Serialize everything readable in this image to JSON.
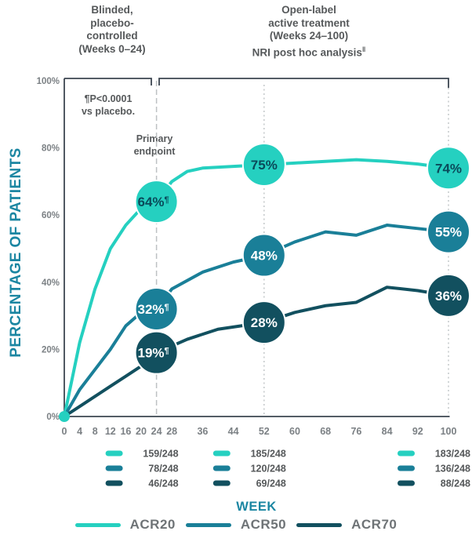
{
  "phases": {
    "left": {
      "lines": [
        "Blinded,",
        "placebo-",
        "controlled",
        "(Weeks 0–24)"
      ]
    },
    "right": {
      "lines": [
        "Open-label",
        "active treatment",
        "(Weeks 24–100)",
        "NRI post hoc analysis"
      ],
      "sup": "‖"
    }
  },
  "annotations": {
    "pvalue_line1": "¶P<0.0001",
    "pvalue_line2": "vs placebo.",
    "primary_line1": "Primary",
    "primary_line2": "endpoint"
  },
  "axes": {
    "y_title": "PERCENTAGE OF PATIENTS",
    "x_title": "WEEK",
    "y_ticks": [
      "0%",
      "20%",
      "40%",
      "60%",
      "80%",
      "100%"
    ],
    "x_ticks": [
      0,
      4,
      8,
      12,
      16,
      20,
      24,
      28,
      36,
      44,
      52,
      60,
      68,
      76,
      84,
      92,
      100
    ]
  },
  "chart_data": {
    "type": "line",
    "xlabel": "WEEK",
    "ylabel": "PERCENTAGE OF PATIENTS",
    "xlim": [
      0,
      100
    ],
    "ylim": [
      0,
      100
    ],
    "grid": false,
    "milestone_weeks": [
      24,
      52,
      100
    ],
    "series": [
      {
        "name": "ACR20",
        "color": "#25D0C0",
        "label_text_color": "#0A4A5A",
        "x": [
          0,
          4,
          8,
          12,
          16,
          20,
          24,
          28,
          32,
          36,
          44,
          52,
          60,
          68,
          76,
          84,
          92,
          100
        ],
        "y": [
          0,
          22,
          38,
          50,
          57,
          62,
          64,
          70,
          73,
          74,
          74.5,
          75,
          75.5,
          76,
          76.5,
          76,
          75.2,
          74
        ],
        "milestones": [
          {
            "week": 24,
            "label": "64%",
            "sup": "¶"
          },
          {
            "week": 52,
            "label": "75%",
            "sup": ""
          },
          {
            "week": 100,
            "label": "74%",
            "sup": ""
          }
        ]
      },
      {
        "name": "ACR50",
        "color": "#1A7F98",
        "label_text_color": "#FFFFFF",
        "x": [
          0,
          4,
          8,
          12,
          16,
          20,
          24,
          28,
          36,
          44,
          52,
          60,
          68,
          76,
          84,
          92,
          100
        ],
        "y": [
          0,
          8,
          14,
          20,
          27,
          31,
          32,
          38,
          43,
          46,
          48,
          52,
          55,
          54,
          57,
          56,
          55
        ],
        "milestones": [
          {
            "week": 24,
            "label": "32%",
            "sup": "¶"
          },
          {
            "week": 52,
            "label": "48%",
            "sup": ""
          },
          {
            "week": 100,
            "label": "55%",
            "sup": ""
          }
        ]
      },
      {
        "name": "ACR70",
        "color": "#12505F",
        "label_text_color": "#FFFFFF",
        "x": [
          0,
          4,
          8,
          12,
          16,
          20,
          24,
          32,
          40,
          52,
          60,
          68,
          76,
          84,
          92,
          100
        ],
        "y": [
          0,
          3,
          6,
          9,
          12,
          15,
          19,
          23,
          26,
          28,
          31,
          33,
          34,
          38.5,
          37.5,
          36
        ],
        "milestones": [
          {
            "week": 24,
            "label": "19%",
            "sup": "¶"
          },
          {
            "week": 52,
            "label": "28%",
            "sup": ""
          },
          {
            "week": 100,
            "label": "36%",
            "sup": ""
          }
        ]
      }
    ],
    "responder_groups": [
      {
        "week": 24,
        "values": [
          "159/248",
          "78/248",
          "46/248"
        ]
      },
      {
        "week": 52,
        "values": [
          "185/248",
          "120/248",
          "69/248"
        ]
      },
      {
        "week": 100,
        "values": [
          "183/248",
          "136/248",
          "88/248"
        ]
      }
    ],
    "legend": [
      "ACR20",
      "ACR50",
      "ACR70"
    ]
  },
  "colors": {
    "frame": "#3C4650",
    "dash_line": "#BDC1C3",
    "dot_line": "#C4C8CA",
    "tick_text": "#7B8084",
    "header_text": "#55585A",
    "teal_text": "#1B86A2"
  }
}
